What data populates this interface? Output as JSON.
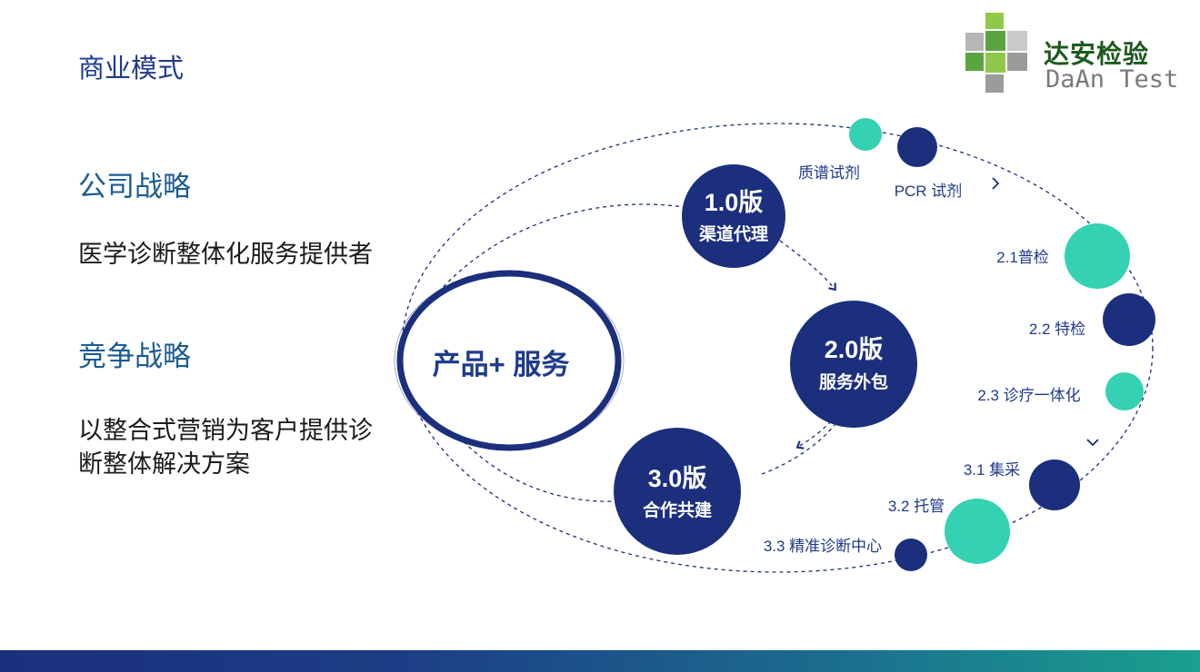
{
  "page": {
    "title": "商业模式",
    "sections": [
      {
        "heading": "公司战略",
        "text": "医学诊断整体化服务提供者"
      },
      {
        "heading": "竞争战略",
        "text_line1": "以整合式营销为客户提供诊",
        "text_line2": "断整体解决方案"
      }
    ]
  },
  "logo": {
    "name_cn": "达安检验",
    "name_en": "DaAn Test"
  },
  "diagram": {
    "core_label": "产品+ 服务",
    "stages": [
      {
        "version": "1.0版",
        "label": "渠道代理"
      },
      {
        "version": "2.0版",
        "label": "服务外包"
      },
      {
        "version": "3.0版",
        "label": "合作共建"
      }
    ],
    "orbit_labels": [
      "质谱试剂",
      "PCR 试剂",
      "2.1普检",
      "2.2 特检",
      "2.3 诊疗一体化",
      "3.1 集采",
      "3.2 托管",
      "3.3 精准诊断中心"
    ],
    "colors": {
      "navy": "#1b2f7d",
      "teal": "#34d1b2",
      "text": "#1f3b8c"
    }
  }
}
